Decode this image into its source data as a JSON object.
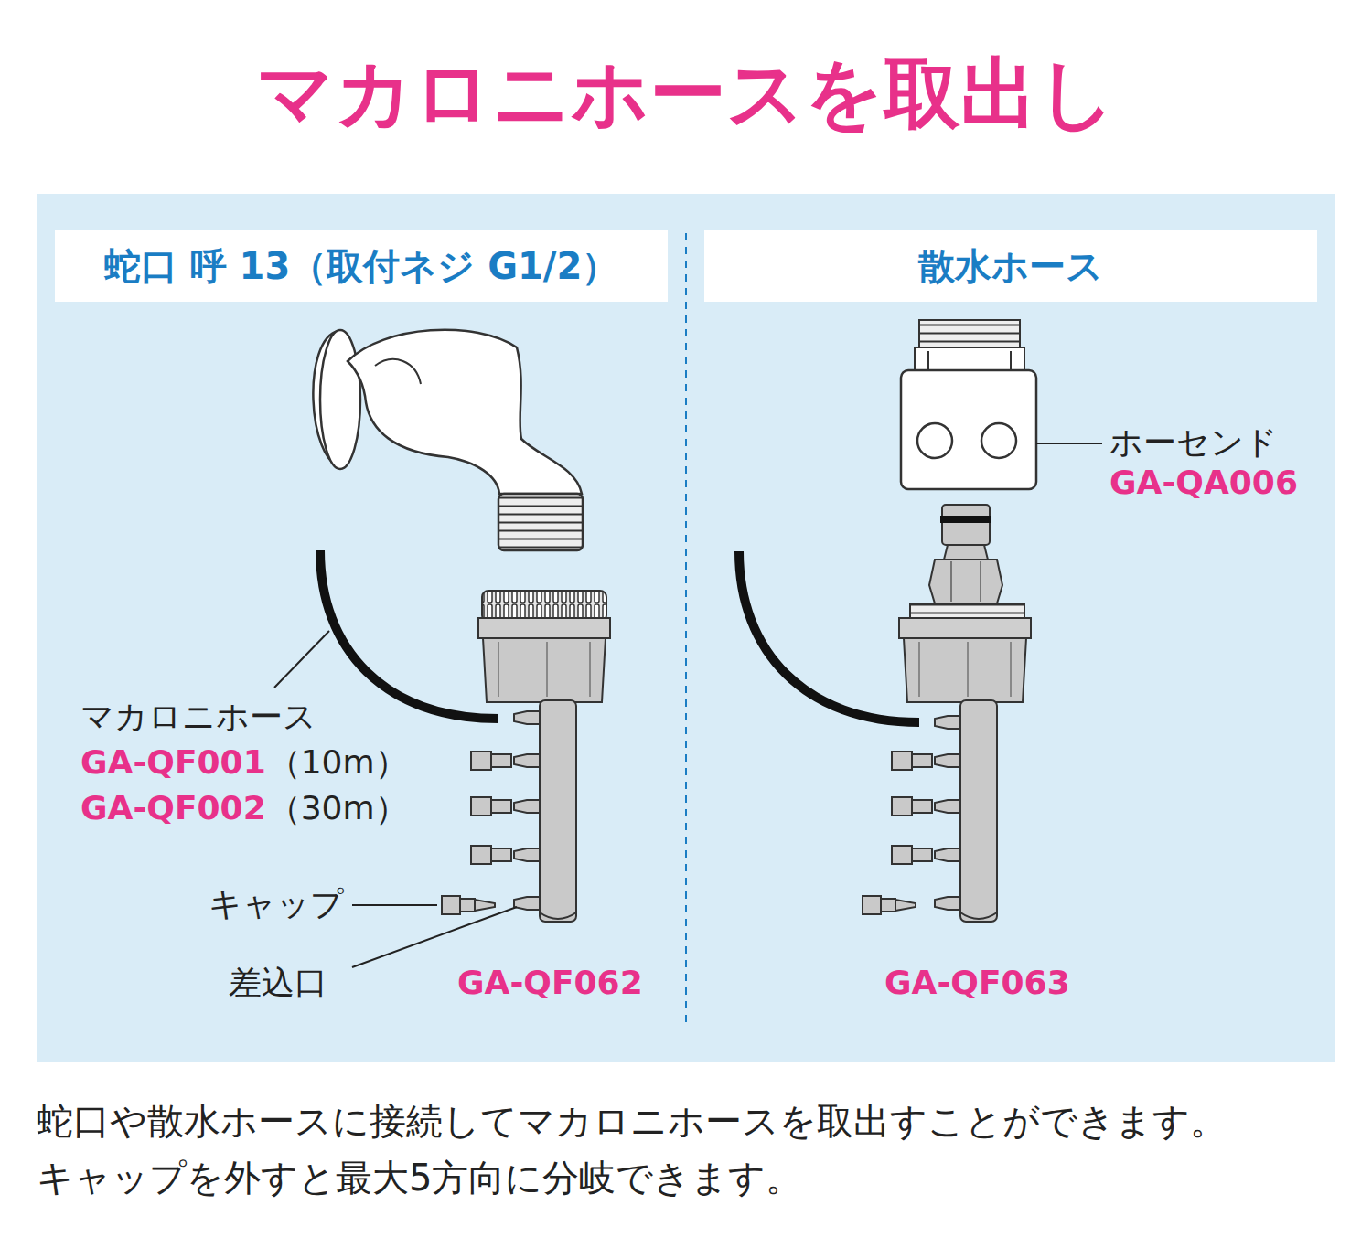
{
  "diagram": {
    "title": "マカロニホースを取出し",
    "caption": "蛇口や散水ホースに接続してマカロニホースを取出すことができます。 キャップを外すと最大5方向に分岐できます。",
    "nodes": [
      {
        "text": [
          "蛇口 呼 13（取付ネジ G1/2）"
        ]
      },
      {
        "text": [
          "散水ホース"
        ]
      }
    ],
    "labels": [
      "マカロニホース",
      "GA-QF001",
      "（10m）",
      "GA-QF002",
      "（30m）",
      "キャップ",
      "差込口",
      "GA-QF062",
      "ホーセンド",
      "GA-QA006",
      "GA-QF063"
    ]
  }
}
